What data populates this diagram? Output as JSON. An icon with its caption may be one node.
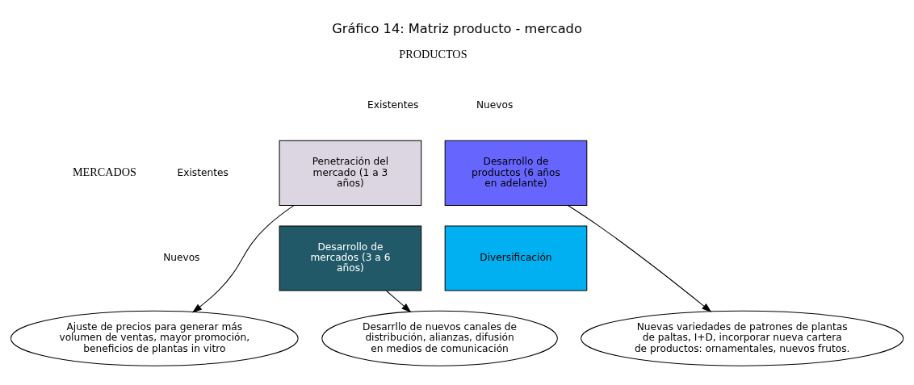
{
  "diagram": {
    "title": "Gráfico 14: Matriz producto - mercado",
    "nodes": [
      {
        "text": [
          "Penetración del mercado (1 a 3 años)"
        ]
      },
      {
        "text": [
          "Desarrollo de productos (6 años en adelante)"
        ]
      },
      {
        "text": [
          "Desarrollo de mercados (3 a 6 años)"
        ]
      },
      {
        "text": [
          "Diversificación"
        ]
      },
      {
        "text": [
          "Nuevas variedades de patrones de plantas de paltas, I+D, incorporar nueva cartera de productos: ornamentales, nuevos frutos."
        ]
      },
      {
        "text": [
          "Ajuste de precios para generar más volumen de ventas, mayor promoción, beneficios de plantas in vitro"
        ]
      },
      {
        "text": [
          "Desarrllo de nuevos canales de distribución, alianzas, difusión en medios de comunicación"
        ]
      }
    ],
    "edges": [
      {
        "from": 0,
        "to": 5,
        "arrow": "to"
      },
      {
        "from": 1,
        "to": 4,
        "arrow": "to"
      },
      {
        "from": 2,
        "to": 6,
        "arrow": "to"
      }
    ],
    "labels": [
      "PRODUCTOS",
      "Existentes",
      "Nuevos",
      "MERCADOS",
      "Existentes",
      "Nuevos"
    ]
  }
}
